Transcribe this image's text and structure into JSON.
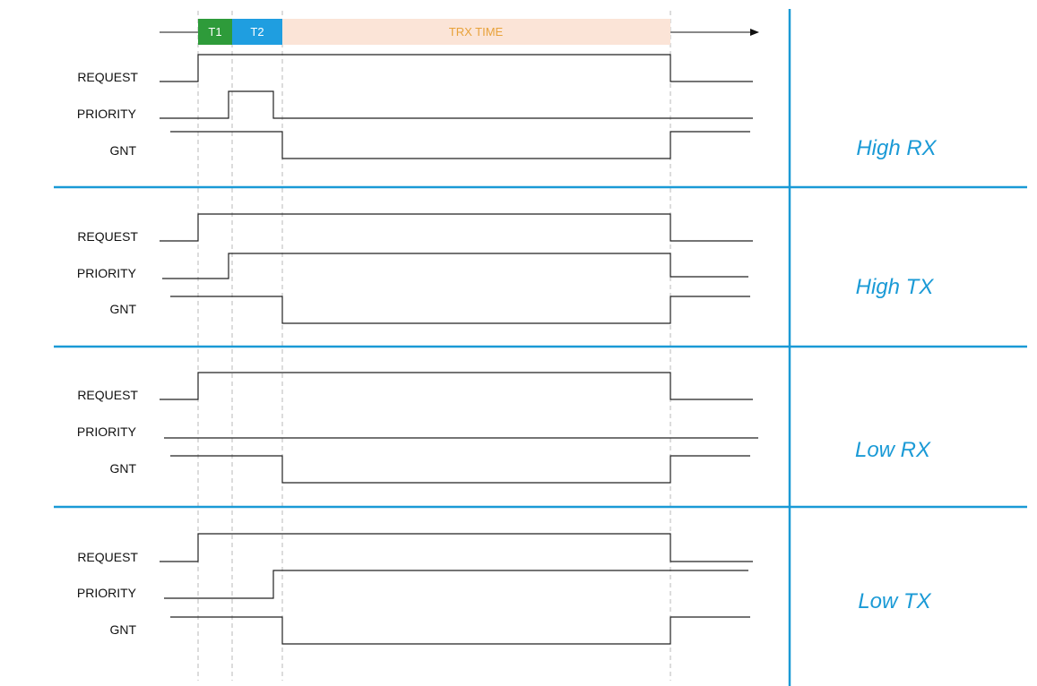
{
  "timeline": {
    "segments": [
      {
        "label": "T1",
        "fill": "#2e9b3a",
        "text_color": "#ffffff"
      },
      {
        "label": "T2",
        "fill": "#1f9ee0",
        "text_color": "#ffffff"
      },
      {
        "label": "TRX TIME",
        "fill": "#fbe4d7",
        "text_color": "#e8a23a"
      }
    ]
  },
  "sections": [
    {
      "mode": "High RX",
      "signals": [
        {
          "name": "REQUEST"
        },
        {
          "name": "PRIORITY"
        },
        {
          "name": "GNT"
        }
      ]
    },
    {
      "mode": "High TX",
      "signals": [
        {
          "name": "REQUEST"
        },
        {
          "name": "PRIORITY"
        },
        {
          "name": "GNT"
        }
      ]
    },
    {
      "mode": "Low RX",
      "signals": [
        {
          "name": "REQUEST"
        },
        {
          "name": "PRIORITY"
        },
        {
          "name": "GNT"
        }
      ]
    },
    {
      "mode": "Low TX",
      "signals": [
        {
          "name": "REQUEST"
        },
        {
          "name": "PRIORITY"
        },
        {
          "name": "GNT"
        }
      ]
    }
  ],
  "colors": {
    "accent": "#1a9ad6",
    "signal_line": "#222222",
    "guide_line": "#b8b8b8"
  }
}
